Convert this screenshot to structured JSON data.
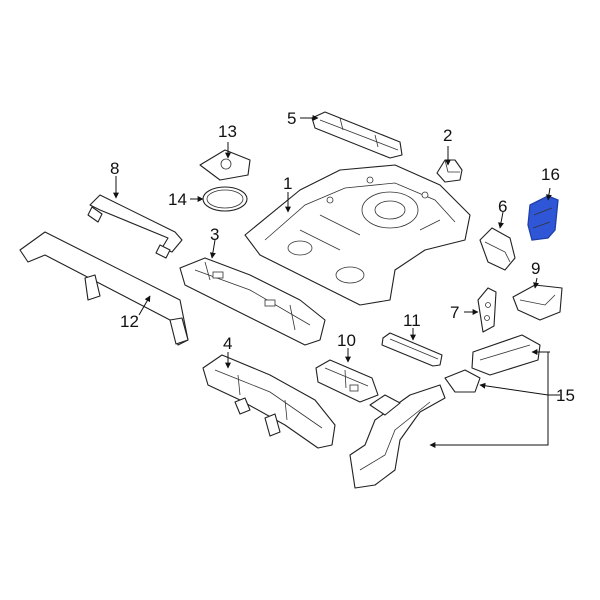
{
  "diagram": {
    "highlight_color": "#2f56d6",
    "callouts": [
      {
        "id": "c1",
        "text": "1"
      },
      {
        "id": "c2",
        "text": "2"
      },
      {
        "id": "c3",
        "text": "3"
      },
      {
        "id": "c4",
        "text": "4"
      },
      {
        "id": "c5",
        "text": "5"
      },
      {
        "id": "c6",
        "text": "6"
      },
      {
        "id": "c7",
        "text": "7"
      },
      {
        "id": "c8",
        "text": "8"
      },
      {
        "id": "c9",
        "text": "9"
      },
      {
        "id": "c10",
        "text": "10"
      },
      {
        "id": "c11",
        "text": "11"
      },
      {
        "id": "c12",
        "text": "12"
      },
      {
        "id": "c13",
        "text": "13"
      },
      {
        "id": "c14",
        "text": "14"
      },
      {
        "id": "c15",
        "text": "15"
      },
      {
        "id": "c16",
        "text": "16"
      }
    ]
  }
}
